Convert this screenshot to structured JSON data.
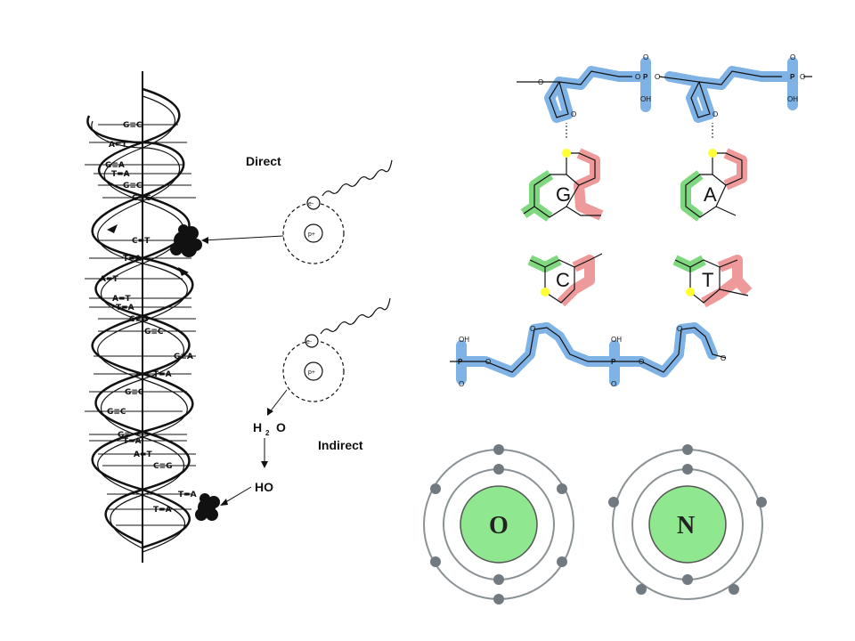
{
  "labels": {
    "direct": "Direct",
    "indirect": "Indirect",
    "water_h": "H",
    "water_sub": "2",
    "water_o": "O",
    "radical": "HO"
  },
  "particles": {
    "electron": "e-",
    "proton": "p+"
  },
  "helix_pairs": [
    "G≡C",
    "A=T",
    "G≡A",
    "T=A",
    "G≡C",
    "G≡C",
    "C=T",
    "T=A",
    "A=T",
    "A=T",
    "T=A",
    "C≡G",
    "G≡C",
    "G≡A",
    "T=A",
    "G≡C",
    "G≡C",
    "G≡",
    "T=A",
    "A=T",
    "C≡G",
    "T=A",
    "T=A"
  ],
  "bases": {
    "top_left": "G",
    "top_right": "A",
    "bottom_left": "C",
    "bottom_right": "T"
  },
  "atoms": {
    "left": "O",
    "right": "N"
  },
  "colors": {
    "backbone": "#7fb2e5",
    "green": "#7fd77f",
    "red": "#ef9a9a",
    "yellow": "#ffff33",
    "atom_fill": "#8fe88f",
    "electron": "#707a80"
  }
}
